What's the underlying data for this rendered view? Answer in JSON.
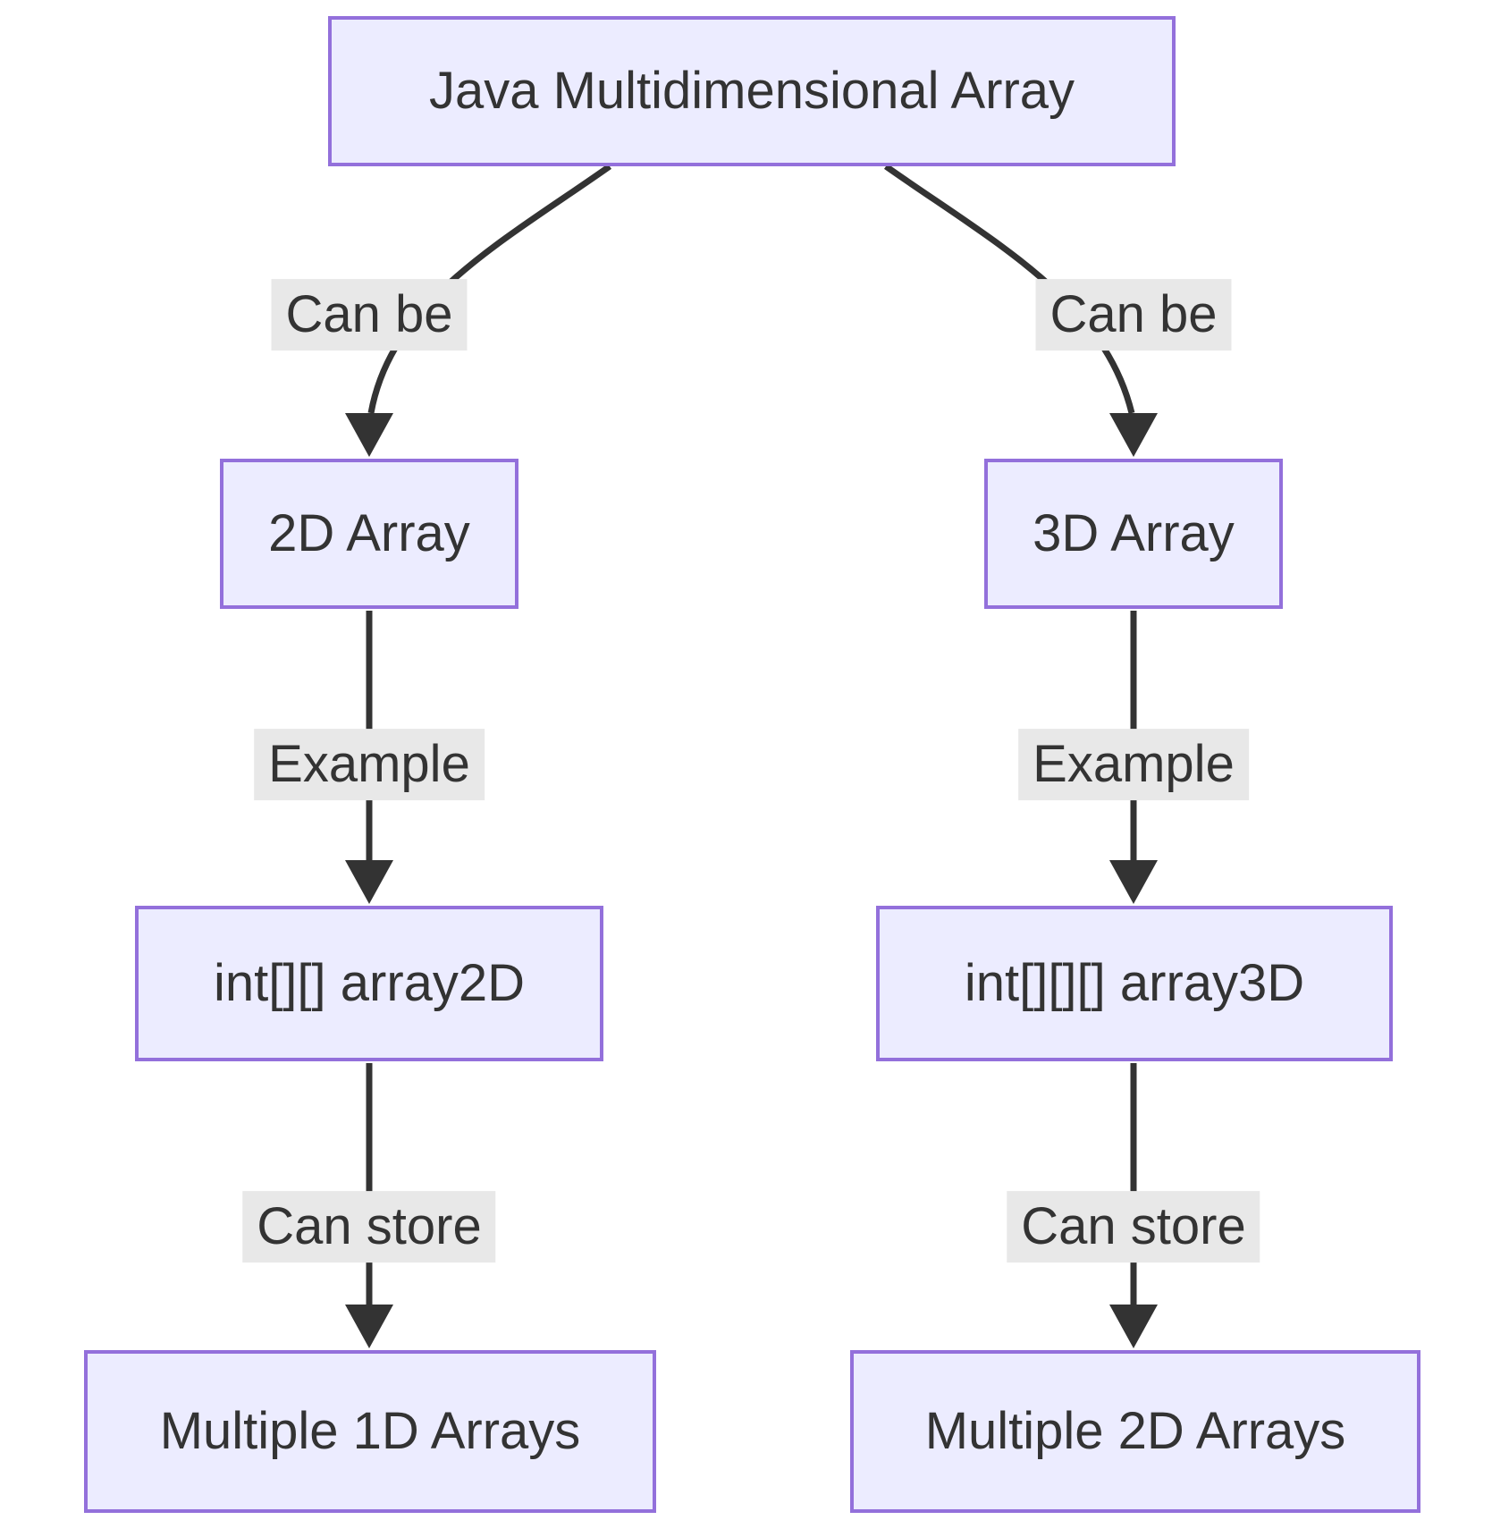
{
  "diagram": {
    "type": "flowchart",
    "direction": "top-down",
    "nodes": [
      {
        "id": "root",
        "label": "Java Multidimensional Array"
      },
      {
        "id": "array2d",
        "label": "2D Array"
      },
      {
        "id": "array3d",
        "label": "3D Array"
      },
      {
        "id": "example2d",
        "label": "int[][] array2D"
      },
      {
        "id": "example3d",
        "label": "int[][][] array3D"
      },
      {
        "id": "multiple1d",
        "label": "Multiple 1D Arrays"
      },
      {
        "id": "multiple2d",
        "label": "Multiple 2D Arrays"
      }
    ],
    "edges": [
      {
        "from": "root",
        "to": "array2d",
        "label": "Can be"
      },
      {
        "from": "root",
        "to": "array3d",
        "label": "Can be"
      },
      {
        "from": "array2d",
        "to": "example2d",
        "label": "Example"
      },
      {
        "from": "array3d",
        "to": "example3d",
        "label": "Example"
      },
      {
        "from": "example2d",
        "to": "multiple1d",
        "label": "Can store"
      },
      {
        "from": "example3d",
        "to": "multiple2d",
        "label": "Can store"
      }
    ],
    "colors": {
      "node_fill": "#ECECFF",
      "node_border": "#9370DB",
      "edge": "#333333",
      "text": "#333333",
      "label_bg": "#e8e8e8",
      "background": "#ffffff"
    }
  }
}
